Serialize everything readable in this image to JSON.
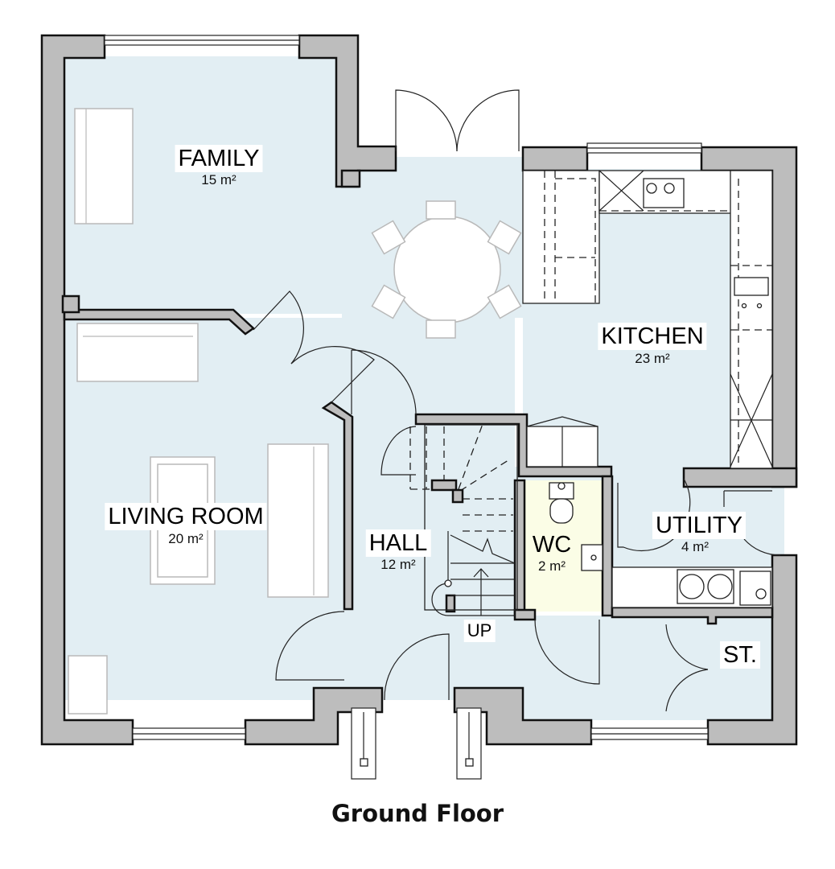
{
  "plan": {
    "title": "Ground Floor",
    "colors": {
      "floor": "#e2eef3",
      "wc_floor": "#fbfde6",
      "wall": "#bdbdbd",
      "wall_outline": "#111111",
      "furniture_outline": "#b9b9b9"
    }
  },
  "rooms": {
    "family": {
      "name": "FAMILY",
      "area": "15 m²"
    },
    "kitchen": {
      "name": "KITCHEN",
      "area": "23 m²"
    },
    "living": {
      "name": "LIVING ROOM",
      "area": "20 m²"
    },
    "hall": {
      "name": "HALL",
      "area": "12 m²"
    },
    "wc": {
      "name": "WC",
      "area": "2 m²"
    },
    "utility": {
      "name": "UTILITY",
      "area": "4 m²"
    },
    "store": {
      "name": "ST."
    }
  },
  "stairs": {
    "label": "UP"
  }
}
